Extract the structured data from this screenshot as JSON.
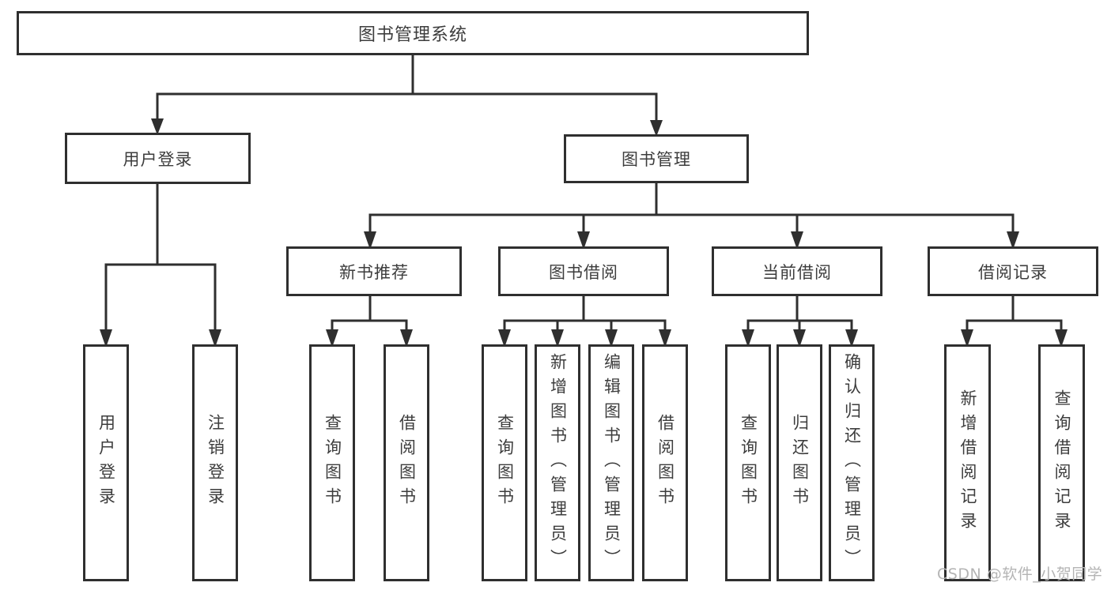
{
  "diagram": {
    "root": "图书管理系统",
    "level2": {
      "user_login": "用户登录",
      "book_mgmt": "图书管理"
    },
    "level3": {
      "new_book_rec": "新书推荐",
      "book_borrow": "图书借阅",
      "current_borrow": "当前借阅",
      "borrow_record": "借阅记录"
    },
    "leaves": {
      "user_login_leaf": "用户登录",
      "logout": "注销登录",
      "nbr_query": "查询图书",
      "nbr_borrow": "借阅图书",
      "bb_query": "查询图书",
      "bb_add": "新增图书（管理员）",
      "bb_edit": "编辑图书（管理员）",
      "bb_borrow": "借阅图书",
      "cb_query": "查询图书",
      "cb_return": "归还图书",
      "cb_confirm": "确认归还（管理员）",
      "br_add": "新增借阅记录",
      "br_query": "查询借阅记录"
    }
  },
  "watermark": "CSDN @软件_小贺同学",
  "colors": {
    "line": "#2f2f2f",
    "text": "#3d3d3d",
    "watermark": "#b4b4b4",
    "background": "#ffffff"
  }
}
